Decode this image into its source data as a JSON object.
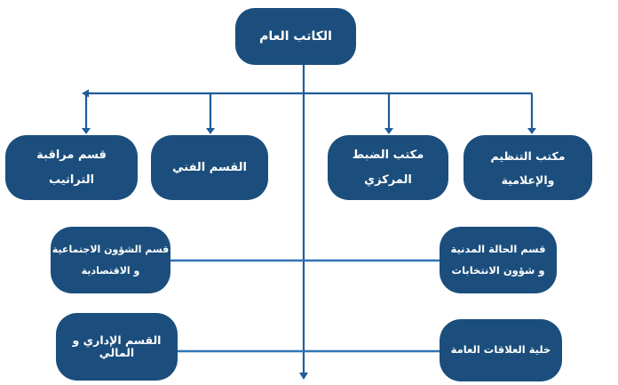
{
  "org_chart": {
    "root": {
      "label_lines": [
        "الكاتب العام"
      ]
    },
    "row2": [
      {
        "label_lines": [
          "قسم مراقبة",
          "التراتيب"
        ]
      },
      {
        "label_lines": [
          "القسم الفني"
        ]
      },
      {
        "label_lines": [
          "مكتب الضبط",
          "المركزي"
        ]
      },
      {
        "label_lines": [
          "مكتب التنظيم",
          "والإعلامية"
        ]
      }
    ],
    "row3": [
      {
        "label_lines": [
          "قسم الشؤون الاجتماعية",
          "و الاقتصادية"
        ]
      },
      {
        "label_lines": [
          "قسم الحالة المدنية",
          "و شؤون الانتخابات"
        ]
      }
    ],
    "row4": [
      {
        "label_lines": [
          "القسم الإداري و",
          "المالي"
        ]
      },
      {
        "label_lines": [
          "خلية العلاقات العامة"
        ]
      }
    ]
  },
  "colors": {
    "box_fill": "#1B4E7C",
    "text_on_box": "#FFFFFF",
    "connector_dark": "#1E5C9B",
    "connector_light": "#2E74B5",
    "background": "#FFFFFF"
  }
}
